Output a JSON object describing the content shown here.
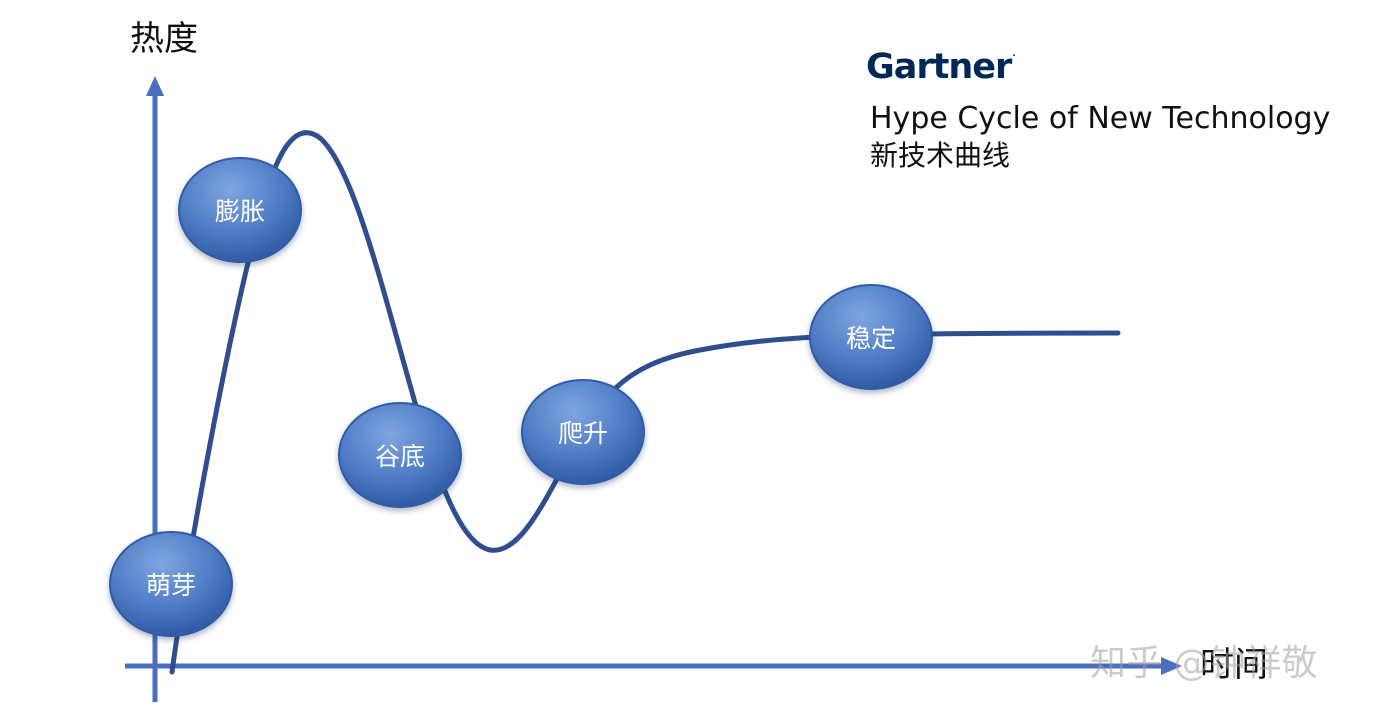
{
  "axes": {
    "y_label": "热度",
    "x_label": "时间"
  },
  "brand": {
    "logo_text": "Gartner",
    "logo_mark": "."
  },
  "title": {
    "en": "Hype Cycle of New Technology",
    "zh": "新技术曲线"
  },
  "stages": [
    {
      "key": "sprout",
      "label": "萌芽"
    },
    {
      "key": "inflation",
      "label": "膨胀"
    },
    {
      "key": "trough",
      "label": "谷底"
    },
    {
      "key": "climb",
      "label": "爬升"
    },
    {
      "key": "stable",
      "label": "稳定"
    }
  ],
  "watermark": "知乎 @钟祥敬",
  "colors": {
    "axis": "#4a6fbf",
    "curve": "#2e4e8f",
    "bubble_light": "#6f9ad8",
    "bubble_dark": "#2f5ba8",
    "bubble_text": "#ffffff",
    "brand": "#002856"
  }
}
